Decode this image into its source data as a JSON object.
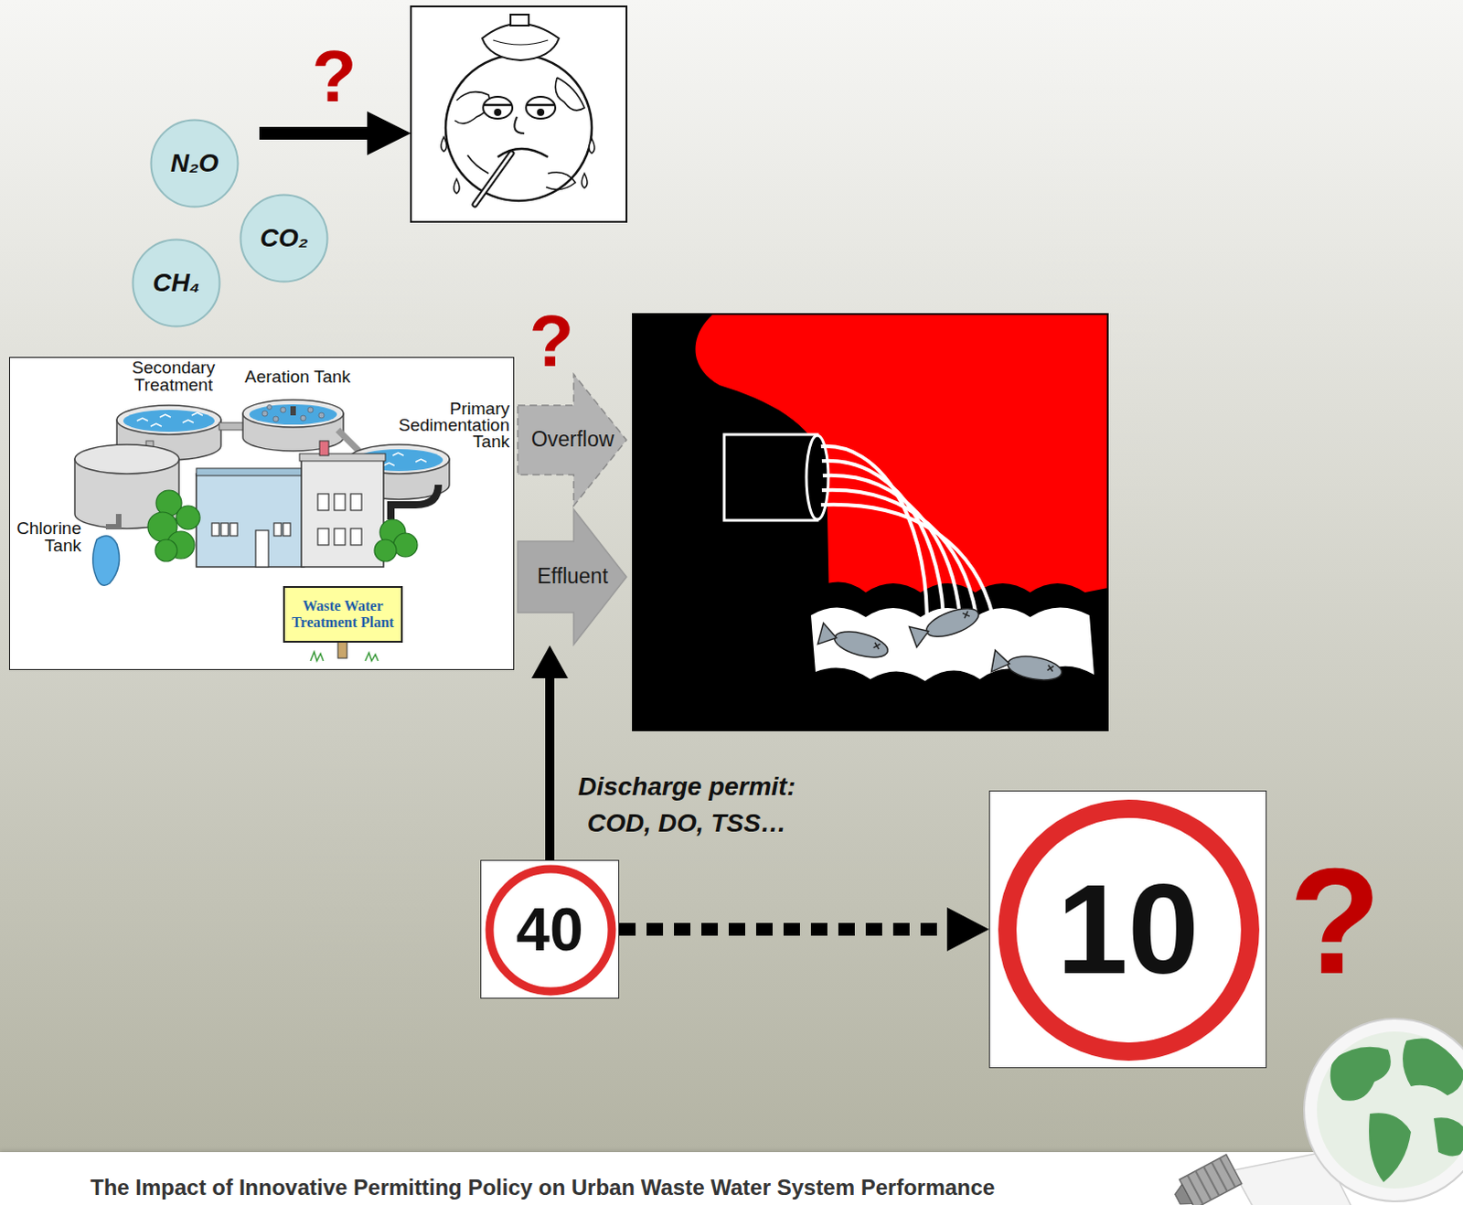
{
  "diagram": {
    "title": "The Impact of Innovative Permitting Policy on Urban Waste Water System Performance",
    "nodes": [
      {
        "text": [
          "N₂O"
        ]
      },
      {
        "text": [
          "CO₂"
        ]
      },
      {
        "text": [
          "CH₄"
        ]
      },
      {
        "text": [
          "Secondary Treatment",
          "Aeration Tank",
          "Primary Sedimentation Tank",
          "Chlorine Tank"
        ]
      },
      {
        "text": [
          "Waste Water Treatment Plant"
        ],
        "in": 3
      },
      {
        "text": [
          "Overflow"
        ]
      },
      {
        "text": [
          "Effluent"
        ]
      },
      {
        "text": [
          "40"
        ]
      },
      {
        "text": [
          "10"
        ]
      }
    ],
    "edges": [
      {
        "from": 7,
        "to": 6,
        "arrow": "to",
        "label": "Discharge permit: COD, DO, TSS…"
      },
      {
        "from": 7,
        "to": 8,
        "arrow": "to"
      }
    ],
    "labels": [
      "?",
      "?",
      "?"
    ]
  }
}
